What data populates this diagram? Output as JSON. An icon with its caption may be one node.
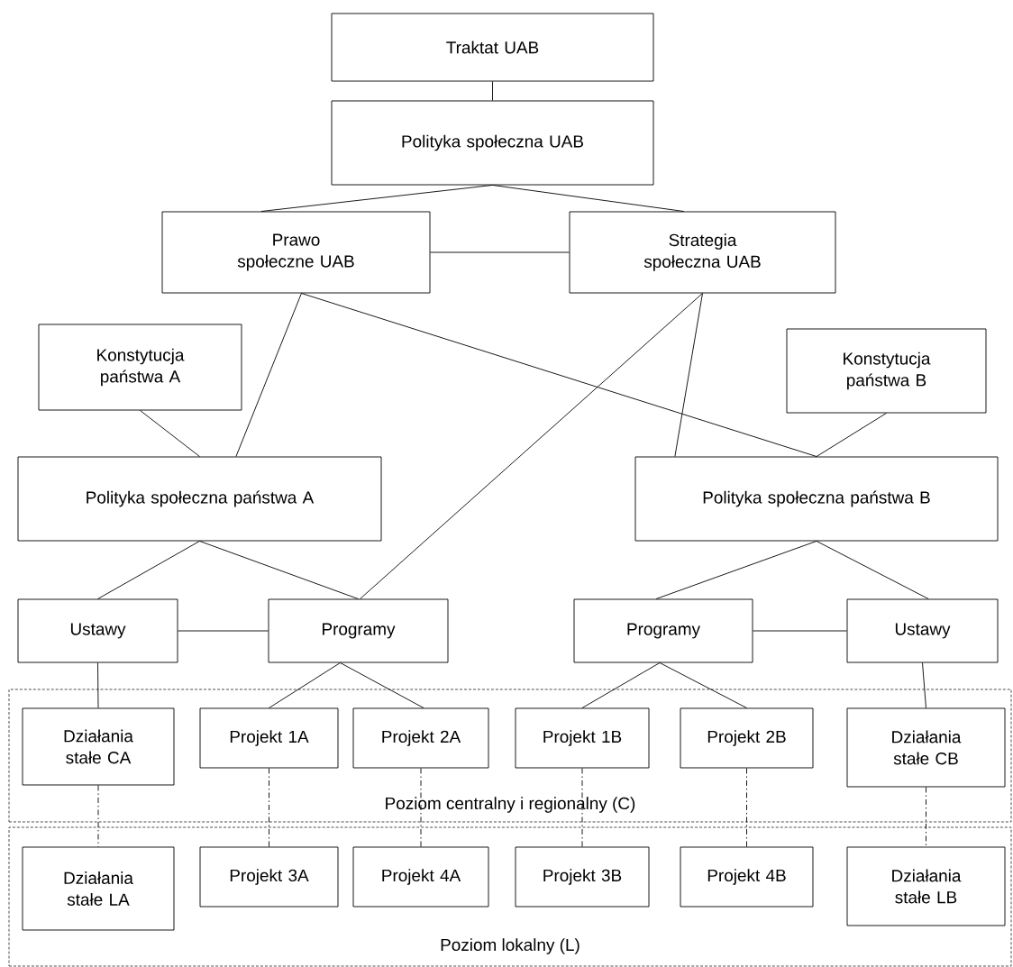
{
  "diagram": {
    "nodes": [
      {
        "text": [
          "Traktat UAB"
        ]
      },
      {
        "text": [
          "Polityka społeczna UAB"
        ]
      },
      {
        "text": [
          "Prawo społeczne UAB"
        ]
      },
      {
        "text": [
          "Strategia społeczna UAB"
        ]
      },
      {
        "text": [
          "Konstytucja państwa A"
        ]
      },
      {
        "text": [
          "Konstytucja państwa B"
        ]
      },
      {
        "text": [
          "Polityka społeczna państwa A"
        ]
      },
      {
        "text": [
          "Polityka społeczna państwa B"
        ]
      },
      {
        "text": [
          "Ustawy"
        ]
      },
      {
        "text": [
          "Programy"
        ]
      },
      {
        "text": [
          "Programy"
        ]
      },
      {
        "text": [
          "Ustawy"
        ]
      },
      {
        "text": [
          "Poziom centralny i regionalny (C)"
        ]
      },
      {
        "text": [
          "Działania stałe CA"
        ],
        "in": 12
      },
      {
        "text": [
          "Projekt 1A"
        ],
        "in": 12
      },
      {
        "text": [
          "Projekt 2A"
        ],
        "in": 12
      },
      {
        "text": [
          "Projekt 1B"
        ],
        "in": 12
      },
      {
        "text": [
          "Projekt 2B"
        ],
        "in": 12
      },
      {
        "text": [
          "Działania stałe CB"
        ],
        "in": 12
      },
      {
        "text": [
          "Poziom lokalny (L)"
        ]
      },
      {
        "text": [
          "Działania stałe LA"
        ],
        "in": 19
      },
      {
        "text": [
          "Projekt 3A"
        ],
        "in": 19
      },
      {
        "text": [
          "Projekt 4A"
        ],
        "in": 19
      },
      {
        "text": [
          "Projekt 3B"
        ],
        "in": 19
      },
      {
        "text": [
          "Projekt 4B"
        ],
        "in": 19
      },
      {
        "text": [
          "Działania stałe LB"
        ],
        "in": 19
      }
    ],
    "edges": [
      {
        "from": 0,
        "to": 1,
        "arrow": "none"
      },
      {
        "from": 1,
        "to": 2,
        "arrow": "none"
      },
      {
        "from": 1,
        "to": 3,
        "arrow": "none"
      },
      {
        "from": 2,
        "to": 3,
        "arrow": "none"
      },
      {
        "from": 2,
        "to": 6,
        "arrow": "none"
      },
      {
        "from": 2,
        "to": 7,
        "arrow": "none"
      },
      {
        "from": 4,
        "to": 6,
        "arrow": "none"
      },
      {
        "from": 5,
        "to": 7,
        "arrow": "none"
      },
      {
        "from": 3,
        "to": 9,
        "arrow": "none"
      },
      {
        "from": 3,
        "to": 7,
        "arrow": "none"
      },
      {
        "from": 6,
        "to": 8,
        "arrow": "none"
      },
      {
        "from": 6,
        "to": 9,
        "arrow": "none"
      },
      {
        "from": 7,
        "to": 10,
        "arrow": "none"
      },
      {
        "from": 7,
        "to": 11,
        "arrow": "none"
      },
      {
        "from": 8,
        "to": 9,
        "arrow": "none"
      },
      {
        "from": 10,
        "to": 11,
        "arrow": "none"
      },
      {
        "from": 8,
        "to": 13,
        "arrow": "none"
      },
      {
        "from": 9,
        "to": 14,
        "arrow": "none"
      },
      {
        "from": 9,
        "to": 15,
        "arrow": "none"
      },
      {
        "from": 10,
        "to": 16,
        "arrow": "none"
      },
      {
        "from": 10,
        "to": 17,
        "arrow": "none"
      },
      {
        "from": 11,
        "to": 18,
        "arrow": "none"
      },
      {
        "from": 13,
        "to": 20,
        "arrow": "none",
        "style": "dashed"
      },
      {
        "from": 14,
        "to": 21,
        "arrow": "none",
        "style": "dashed"
      },
      {
        "from": 15,
        "to": 22,
        "arrow": "none",
        "style": "dashed"
      },
      {
        "from": 16,
        "to": 23,
        "arrow": "none",
        "style": "dashed"
      },
      {
        "from": 17,
        "to": 24,
        "arrow": "none",
        "style": "dashed"
      },
      {
        "from": 18,
        "to": 25,
        "arrow": "none",
        "style": "dashed"
      }
    ]
  }
}
